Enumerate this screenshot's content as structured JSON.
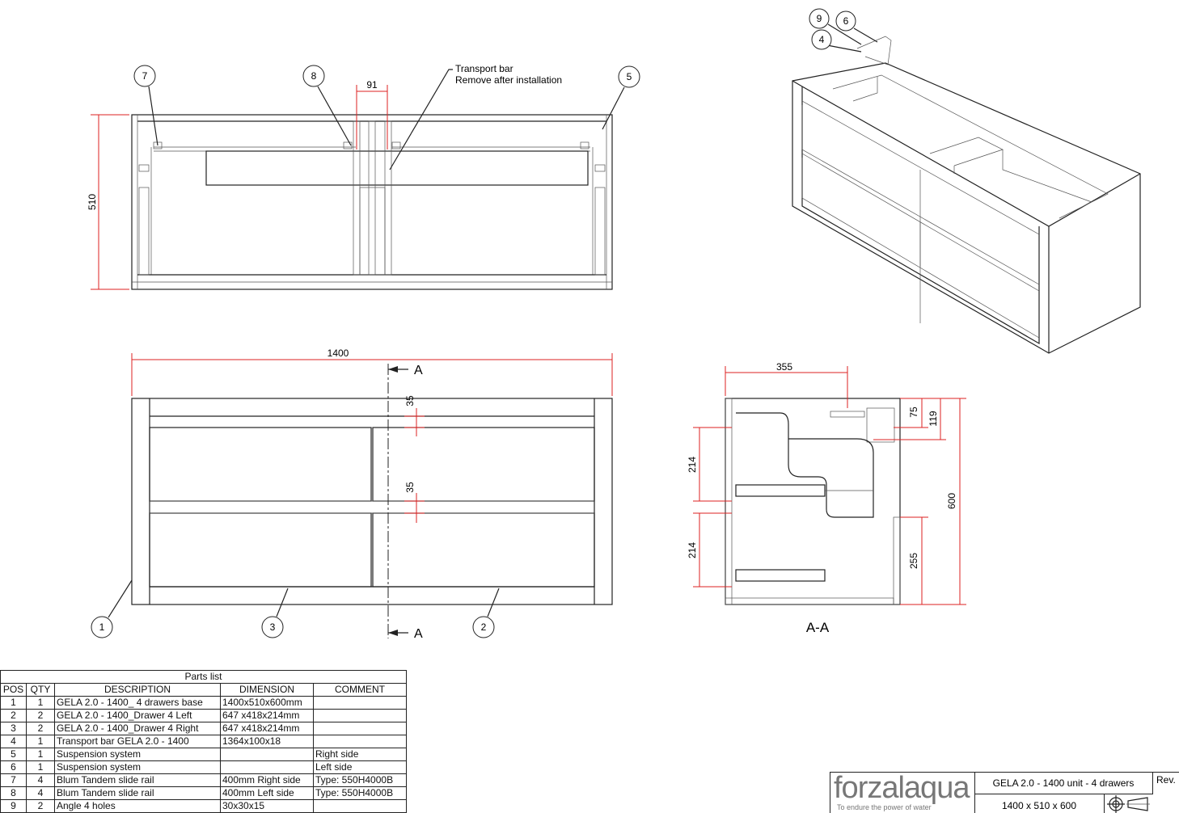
{
  "views": {
    "front_top": {
      "dim_height": "510",
      "dim_bar": "91",
      "note_line1": "Transport bar",
      "note_line2": "Remove after installation"
    },
    "front": {
      "dim_width": "1400",
      "dim_gap1": "35",
      "dim_gap2": "35",
      "section_mark": "A"
    },
    "section": {
      "title": "A-A",
      "dim_depth": "355",
      "dim_height": "600",
      "dim_75": "75",
      "dim_119": "119",
      "dim_214a": "214",
      "dim_214b": "214",
      "dim_255": "255"
    }
  },
  "balloons": {
    "b1": "1",
    "b2": "2",
    "b3": "3",
    "b4": "4",
    "b5": "5",
    "b6": "6",
    "b7": "7",
    "b8": "8",
    "b9": "9"
  },
  "parts_list": {
    "title": "Parts list",
    "columns": [
      "POS",
      "QTY",
      "DESCRIPTION",
      "DIMENSION",
      "COMMENT"
    ],
    "rows": [
      [
        "1",
        "1",
        "GELA 2.0 - 1400_ 4 drawers base",
        "1400x510x600mm",
        ""
      ],
      [
        "2",
        "2",
        "GELA 2.0 - 1400_Drawer 4 Left",
        "647 x418x214mm",
        ""
      ],
      [
        "3",
        "2",
        "GELA 2.0 - 1400_Drawer 4 Right",
        "647 x418x214mm",
        ""
      ],
      [
        "4",
        "1",
        "Transport bar GELA 2.0 - 1400",
        "1364x100x18",
        ""
      ],
      [
        "5",
        "1",
        "Suspension system",
        "",
        "Right side"
      ],
      [
        "6",
        "1",
        "Suspension system",
        "",
        "Left side"
      ],
      [
        "7",
        "4",
        "Blum Tandem slide rail",
        "400mm Right side",
        "Type: 550H4000B"
      ],
      [
        "8",
        "4",
        "Blum Tandem slide rail",
        "400mm Left side",
        "Type: 550H4000B"
      ],
      [
        "9",
        "2",
        "Angle 4 holes",
        "30x30x15",
        ""
      ]
    ]
  },
  "title_block": {
    "logo": "forzalaqua",
    "tagline": "To endure the power of water",
    "title": "GELA 2.0 - 1400 unit - 4 drawers",
    "size": "1400 x 510 x 600",
    "rev_label": "Rev."
  },
  "colors": {
    "dimension": "#d22222",
    "line": "#222222"
  }
}
